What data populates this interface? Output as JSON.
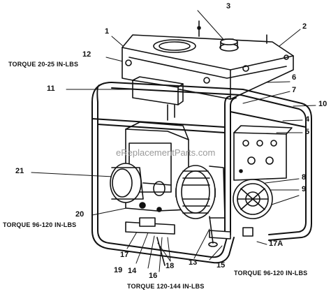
{
  "watermark": "eReplacementParts.com",
  "callouts": [
    "1",
    "2",
    "3",
    "4",
    "5",
    "6",
    "7",
    "8",
    "9",
    "10",
    "11",
    "12",
    "13",
    "14",
    "15",
    "16",
    "17",
    "17A",
    "18",
    "19",
    "20",
    "21"
  ],
  "torque_specs": {
    "cover": "TORQUE 20-25 IN-LBS",
    "left_mount": "TORQUE 96-120 IN-LBS",
    "right_mount": "TORQUE 96-120 IN-LBS",
    "bottom": "TORQUE 120-144 IN-LBS"
  },
  "colors": {
    "line": "#111111",
    "watermark": "#9a9a9a"
  }
}
